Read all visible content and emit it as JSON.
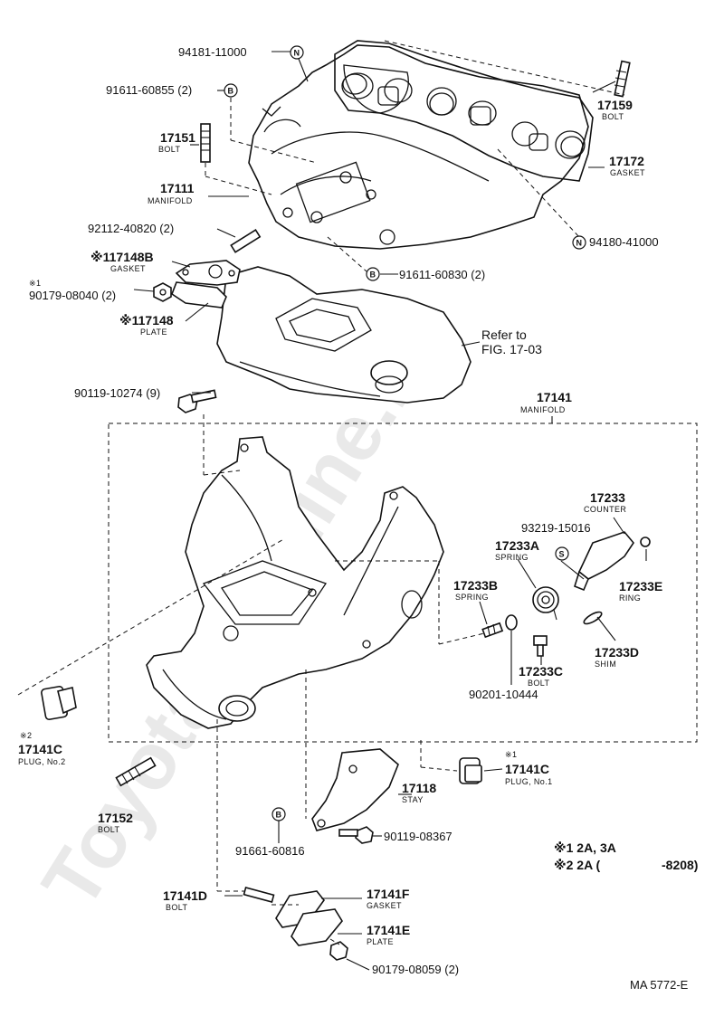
{
  "watermark": "ToyotaCarMine.ru",
  "callouts": [
    {
      "id": "c94181",
      "text": "94181-11000",
      "mark": "N"
    },
    {
      "id": "c91611a",
      "text": "91611-60855 (2)",
      "mark": "B"
    },
    {
      "id": "c17151",
      "text": "17151",
      "sub": "BOLT"
    },
    {
      "id": "c17111",
      "text": "17111",
      "sub": "MANIFOLD"
    },
    {
      "id": "c92112",
      "text": "92112-40820 (2)"
    },
    {
      "id": "c117148b",
      "text": "※117148B",
      "sub": "GASKET"
    },
    {
      "id": "c90179a",
      "text": "90179-08040 (2)",
      "pre": "※1"
    },
    {
      "id": "c117148",
      "text": "※117148",
      "sub": "PLATE"
    },
    {
      "id": "c17159",
      "text": "17159",
      "sub": "BOLT"
    },
    {
      "id": "c17172",
      "text": "17172",
      "sub": "GASKET"
    },
    {
      "id": "c94180",
      "text": "94180-41000",
      "mark": "N"
    },
    {
      "id": "c91611b",
      "text": "91611-60830 (2)",
      "mark": "B"
    },
    {
      "id": "c90119a",
      "text": "90119-10274 (9)"
    },
    {
      "id": "c17141",
      "text": "17141",
      "sub": "MANIFOLD"
    },
    {
      "id": "c17233",
      "text": "17233",
      "sub": "COUNTER"
    },
    {
      "id": "c93219",
      "text": "93219-15016",
      "mark": "S"
    },
    {
      "id": "c17233a",
      "text": "17233A",
      "sub": "SPRING"
    },
    {
      "id": "c17233b",
      "text": "17233B",
      "sub": "SPRING"
    },
    {
      "id": "c17233e",
      "text": "17233E",
      "sub": "RING"
    },
    {
      "id": "c17233c",
      "text": "17233C",
      "sub": "BOLT"
    },
    {
      "id": "c17233d",
      "text": "17233D",
      "sub": "SHIM"
    },
    {
      "id": "c90201",
      "text": "90201-10444"
    },
    {
      "id": "c17141c2",
      "text": "17141C",
      "sub": "PLUG, No.2",
      "pre": "※2"
    },
    {
      "id": "c17141c1",
      "text": "17141C",
      "sub": "PLUG, No.1",
      "pre": "※1"
    },
    {
      "id": "c17118",
      "text": "17118",
      "sub": "STAY"
    },
    {
      "id": "c17152",
      "text": "17152",
      "sub": "BOLT"
    },
    {
      "id": "c91661",
      "text": "91661-60816",
      "mark": "B"
    },
    {
      "id": "c90119b",
      "text": "90119-08367"
    },
    {
      "id": "c17141d",
      "text": "17141D",
      "sub": "BOLT"
    },
    {
      "id": "c17141f",
      "text": "17141F",
      "sub": "GASKET"
    },
    {
      "id": "c17141e",
      "text": "17141E",
      "sub": "PLATE"
    },
    {
      "id": "c90179b",
      "text": "90179-08059 (2)"
    }
  ],
  "refer": {
    "line1": "Refer to",
    "line2": "FIG. 17-03"
  },
  "notes": {
    "n1": "※1 2A, 3A",
    "n2_left": "※2 2A (",
    "n2_right": "-8208)"
  },
  "figure_code": "MA 5772-E"
}
